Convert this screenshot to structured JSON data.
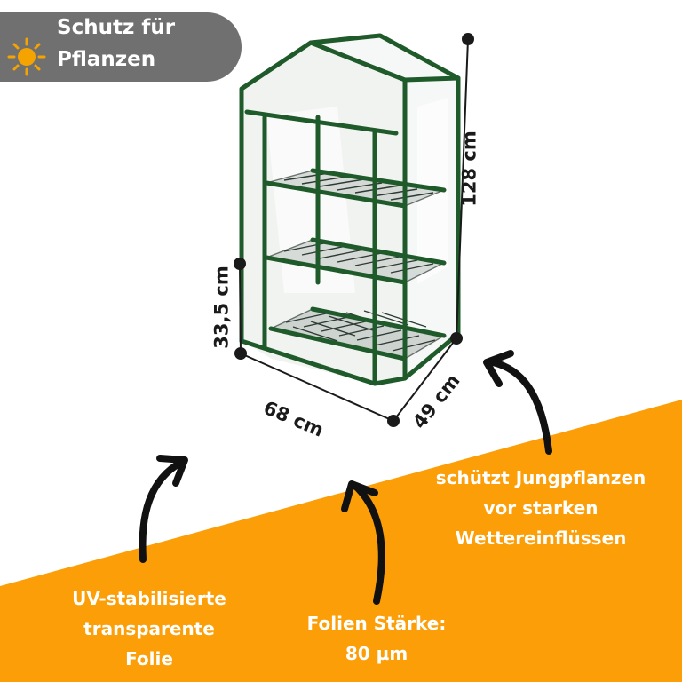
{
  "badge": {
    "line1": "Schutz für",
    "line2": "Pflanzen",
    "icon": "sun-icon",
    "sun_color": "#f5a300"
  },
  "dimensions": {
    "height": "128 cm",
    "shelf_height": "33,5 cm",
    "width": "68 cm",
    "depth": "49 cm"
  },
  "callouts": {
    "right": {
      "line1": "schützt Jungpflanzen",
      "line2": "vor starken",
      "line3": "Wettereinflüssen"
    },
    "left": {
      "line1": "UV-stabilisierte",
      "line2": "transparente",
      "line3": "Folie"
    },
    "center": {
      "line1": "Folien Stärke:",
      "line2": "80 µm"
    }
  },
  "colors": {
    "accent_orange": "#fc9e07",
    "badge_grey": "#707070",
    "frame_green": "#1f5a2a",
    "text_white": "#ffffff"
  }
}
